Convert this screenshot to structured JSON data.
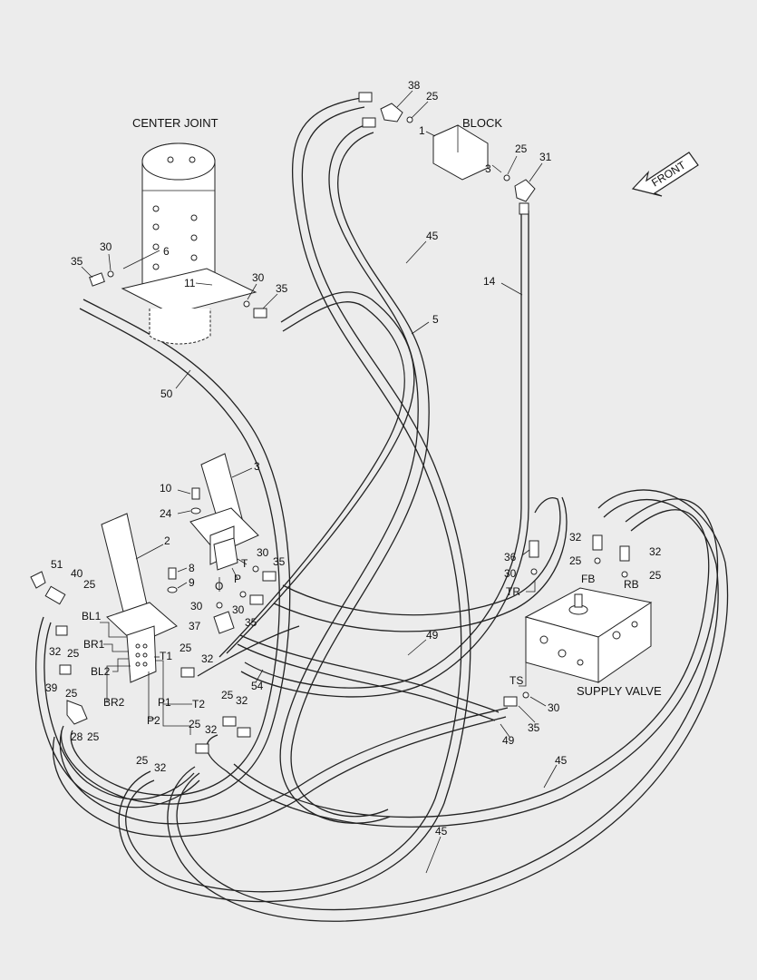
{
  "titles": {
    "center_joint": "CENTER JOINT",
    "block": "BLOCK",
    "supply_valve": "SUPPLY VALVE",
    "front": "FRONT"
  },
  "ports": {
    "bl1": "BL1",
    "br1": "BR1",
    "bl2": "BL2",
    "br2": "BR2",
    "t1": "T1",
    "t2": "T2",
    "p1": "P1",
    "p2": "P2",
    "t": "T",
    "p": "P",
    "o": "O",
    "tr": "TR",
    "ts": "TS",
    "fb": "FB",
    "rb": "RB",
    "block_1": "1",
    "block_3": "3",
    "cj_6": "6",
    "cj_11": "11"
  },
  "callouts": {
    "c38": "38",
    "c25_block_a": "25",
    "c25_block_b": "25",
    "c31": "31",
    "c45_top": "45",
    "c14": "14",
    "c5": "5",
    "c30_cj_left": "30",
    "c35_cj_left": "35",
    "c30_cj_right": "30",
    "c35_cj_right": "35",
    "c50": "50",
    "c3": "3",
    "c10": "10",
    "c24": "24",
    "c2": "2",
    "c8": "8",
    "c9": "9",
    "c30_pv_t": "30",
    "c35_pv_t": "35",
    "c30_pv_p": "30",
    "c35_pv_p": "35",
    "c37": "37",
    "c30_pv_o": "30",
    "c51": "51",
    "c40": "40",
    "c25_l1": "25",
    "c32_bl1": "32",
    "c25_bl1": "25",
    "c39": "39",
    "c25_bl2": "25",
    "c28": "28",
    "c25_br2": "25",
    "c25_t1": "25",
    "c32_t1": "32",
    "c54": "54",
    "c25_t2": "25",
    "c32_t2": "32",
    "c25_p1": "25",
    "c32_p1": "32",
    "c25_p2": "25",
    "c32_p2": "32",
    "c49_mid": "49",
    "c49_low": "49",
    "c36": "36",
    "c30_tr": "30",
    "c32_fb": "32",
    "c25_fb": "25",
    "c32_rb": "32",
    "c25_rb": "25",
    "c30_ts": "30",
    "c35_ts": "35",
    "c45_right": "45",
    "c45_bottom": "45"
  }
}
